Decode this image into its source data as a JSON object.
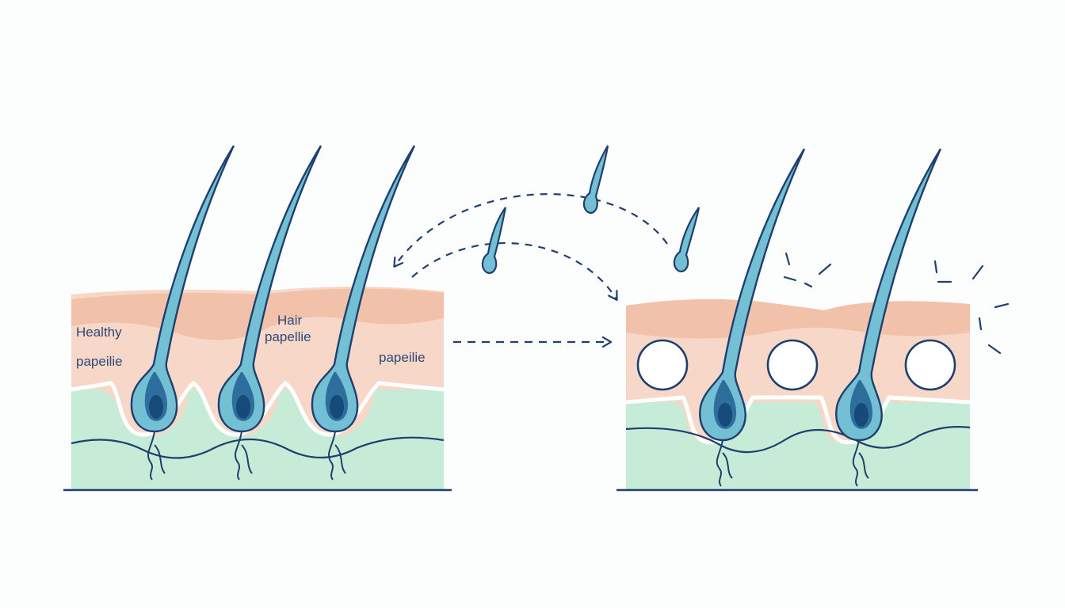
{
  "labels": {
    "healthy": "Healthy",
    "papeilie_left": "papeilie",
    "hair": "Hair",
    "papellie": "papellie",
    "papeilie_right": "papeilie"
  },
  "colors": {
    "outline": "#1f3f6e",
    "hair_fill": "#73bfd4",
    "bulb_fill": "#2e6e9c",
    "bulb_core": "#164a78",
    "skin_top": "#f2c1aa",
    "skin_mid": "#f7d7c8",
    "dermis": "#c6ecd7",
    "background": "#fcfdfd"
  },
  "icons": {
    "process_arrow": "dashed-arrow-right-icon",
    "transfer_arrow": "dashed-curved-arrow-icon",
    "shed_hair": "falling-hair-icon",
    "irritation": "spark-lines-icon",
    "empty_follicle": "empty-follicle-circle-icon"
  }
}
